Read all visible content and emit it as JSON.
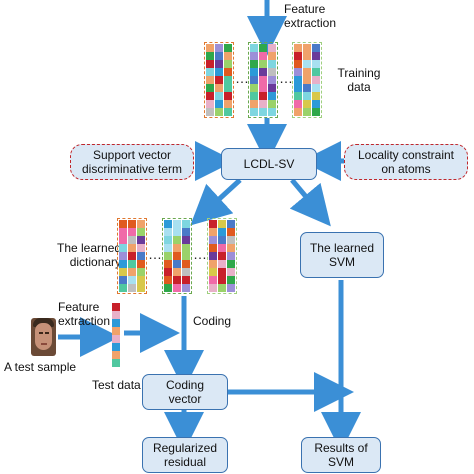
{
  "labels": {
    "feature_extraction_top": "Feature\nextraction",
    "training_data": "Training\ndata",
    "learned_dictionary": "The learned\ndictionary",
    "feature_extraction_left": "Feature\nextraction",
    "test_sample": "A test sample",
    "coding": "Coding",
    "test_data": "Test data"
  },
  "boxes": {
    "lcdl_sv": "LCDL-SV",
    "support_vector": "Support vector\ndiscriminative term",
    "locality": "Locality constraint\non atoms",
    "learned_svm": "The learned\nSVM",
    "coding_vector": "Coding\nvector",
    "regularized_residual": "Regularized\nresidual",
    "results_svm": "Results of\nSVM"
  },
  "dots": "…",
  "colors": {
    "box_fill": "#dbe8f5",
    "box_border": "#3a72b0",
    "arrow": "#3b8fd6",
    "dashed_border": "#c0262b"
  },
  "palette": [
    "#e05a1e",
    "#c8202a",
    "#9ad26a",
    "#7ed6e0",
    "#4a7ac8",
    "#f06aa8",
    "#9c8fd8",
    "#f0a26a",
    "#2fa84a",
    "#bfbfbf",
    "#2c9ad8",
    "#d8c84a",
    "#6a3a9a",
    "#a8e0f0",
    "#e8b0c8",
    "#50c8a0"
  ]
}
